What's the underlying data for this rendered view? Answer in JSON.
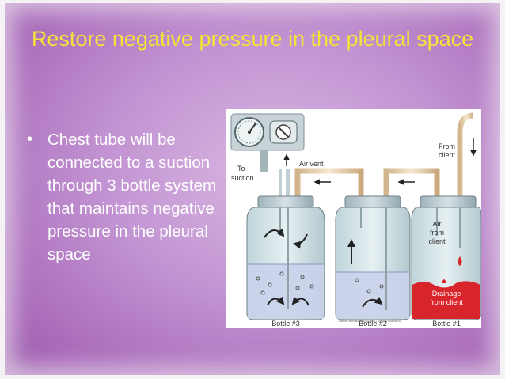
{
  "slide": {
    "title": "Restore negative pressure in the pleural space",
    "bullets": [
      "Chest tube will be connected to a suction through 3 bottle system that maintains negative pressure in the pleural space"
    ]
  },
  "figure": {
    "labels": {
      "to_suction_line1": "To",
      "to_suction_line2": "suction",
      "air_vent": "Air vent",
      "from_client_line1": "From",
      "from_client_line2": "client",
      "air_from_client_line1": "Air",
      "air_from_client_line2": "from",
      "air_from_client_line3": "client",
      "drainage_line1": "Drainage",
      "drainage_line2": "from client",
      "bottle3": "Bottle #3",
      "bottle2": "Bottle #2",
      "bottle1": "Bottle #1",
      "credit": "Elsevier items and derived items © 2006 by Elsevier Inc."
    }
  },
  "colors": {
    "title": "#f5e33a",
    "text": "#ffffff",
    "background": "#c293d2",
    "drainage": "#d8252b",
    "water": "#c9d2ea"
  }
}
